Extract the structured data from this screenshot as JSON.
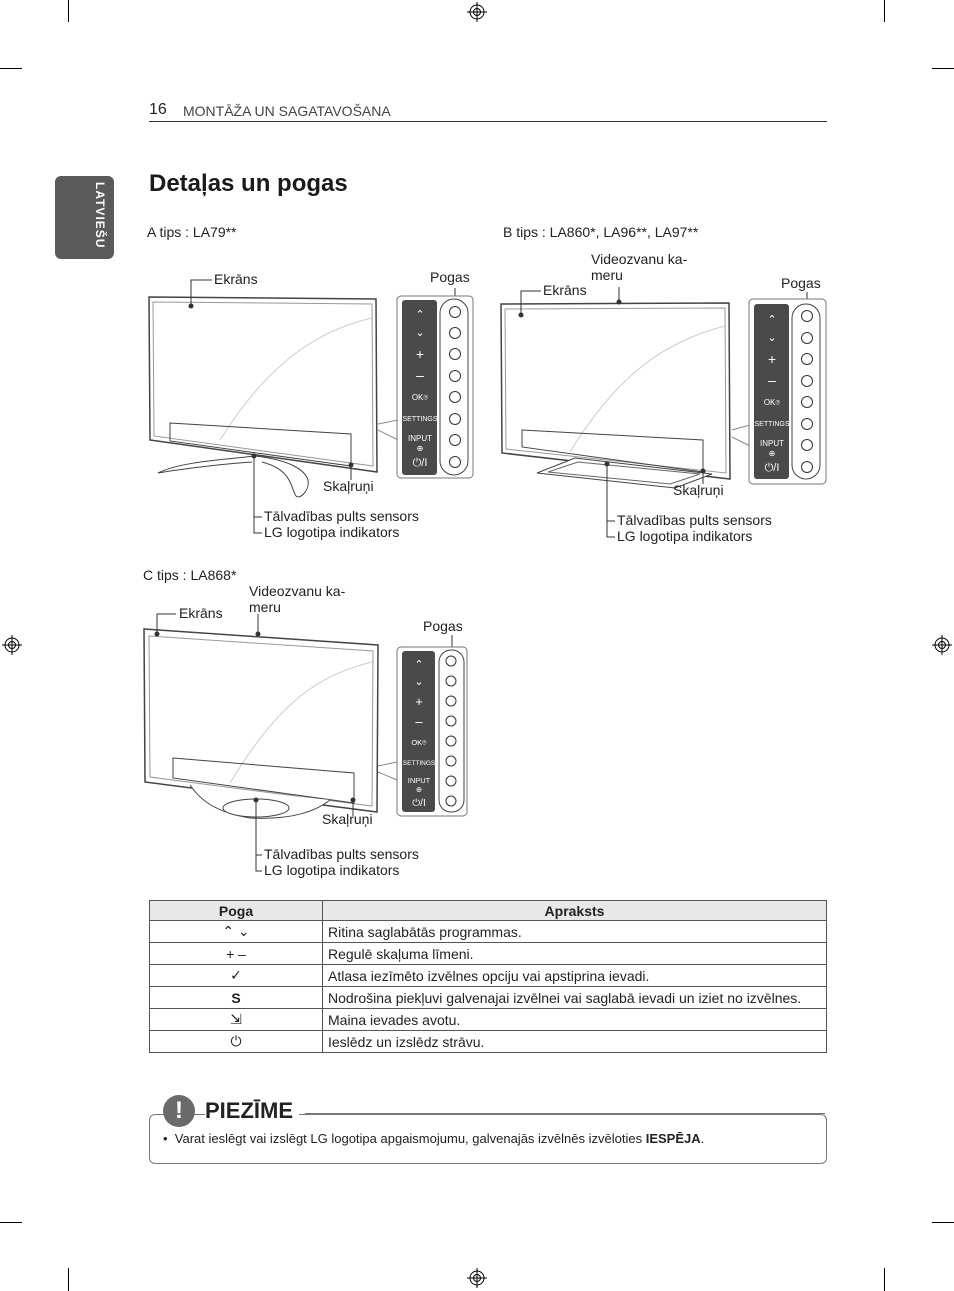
{
  "header": {
    "page_number": "16",
    "section": "MONTĀŽA UN SAGATAVOŠANA"
  },
  "side_tab": "LATVIEŠU",
  "title": "Detaļas un pogas",
  "figures": {
    "a": {
      "heading": "A tips : LA79**",
      "screen": "Ekrāns",
      "buttons": "Pogas",
      "speakers": "Skaļruņi",
      "sensor": "Tālvadības pults sensors",
      "logo": "LG logotipa indikators"
    },
    "b": {
      "heading": "B tips : LA860*, LA96**, LA97**",
      "camera_1": "Videozvanu ka-",
      "camera_2": "meru",
      "screen": "Ekrāns",
      "buttons": "Pogas",
      "speakers": "Skaļruņi",
      "sensor": "Tālvadības pults sensors",
      "logo": "LG logotipa indikators"
    },
    "c": {
      "heading": "C tips : LA868*",
      "camera_1": "Videozvanu ka-",
      "camera_2": "meru",
      "screen": "Ekrāns",
      "buttons": "Pogas",
      "speakers": "Skaļruņi",
      "sensor": "Tālvadības pults sensors",
      "logo": "LG logotipa indikators"
    }
  },
  "panel_labels": {
    "ok": "OK",
    "settings": "SETTINGS",
    "input": "INPUT",
    "power": "⏻/I"
  },
  "table": {
    "headers": [
      "Poga",
      "Apraksts"
    ],
    "rows": [
      {
        "icon": "⌃ ⌄",
        "icon_name": "channel-up-down-icon",
        "desc": "Ritina saglabātās programmas."
      },
      {
        "icon": "+ –",
        "icon_name": "volume-plus-minus-icon",
        "desc": "Regulē skaļuma līmeni."
      },
      {
        "icon": "✓",
        "icon_name": "ok-check-icon",
        "desc": "Atlasa iezīmēto izvēlnes opciju vai apstiprina ievadi."
      },
      {
        "icon": "S",
        "icon_name": "settings-icon",
        "desc": "Nodrošina piekļuvi galvenajai izvēlnei vai saglabā ievadi un iziet no izvēlnes."
      },
      {
        "icon": "⇲",
        "icon_name": "input-icon",
        "desc": "Maina ievades avotu."
      },
      {
        "icon": "⏻",
        "icon_name": "power-icon",
        "desc": "Ieslēdz un izslēdz strāvu."
      }
    ]
  },
  "note": {
    "title": "PIEZĪME",
    "bullet": "•",
    "text": "Varat ieslēgt vai izslēgt LG logotipa apgaismojumu, galvenajās izvēlnēs izvēloties ",
    "emphasis": "IESPĒJA",
    "end": "."
  }
}
